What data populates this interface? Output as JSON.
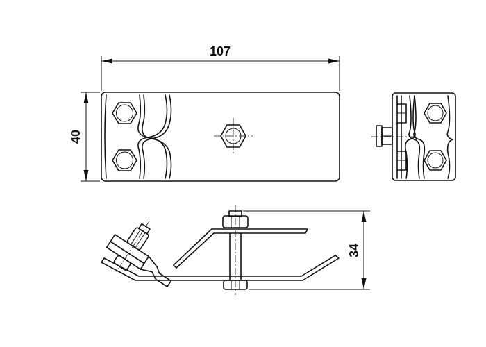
{
  "dimensions": {
    "length": "107",
    "width": "40",
    "height": "34"
  }
}
